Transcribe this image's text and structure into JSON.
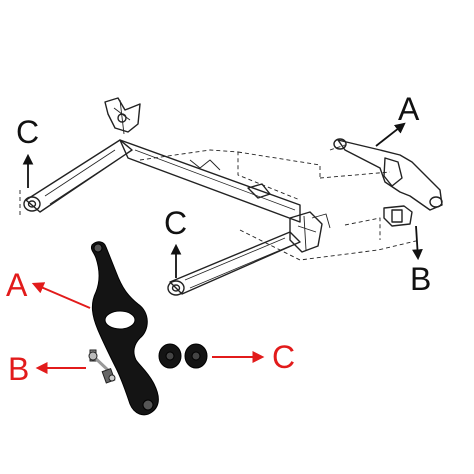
{
  "labels": {
    "diagram_a": "A",
    "diagram_b": "B",
    "diagram_c_left": "C",
    "diagram_c_center": "C",
    "photo_a": "A",
    "photo_b": "B",
    "photo_c": "C"
  },
  "colors": {
    "line": "#222222",
    "callout_dark": "#111111",
    "callout_red": "#e21b1b",
    "part": "#141414"
  }
}
